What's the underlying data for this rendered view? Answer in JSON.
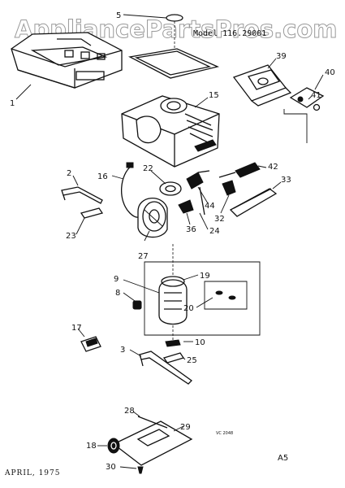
{
  "watermark": "AppliancePartsPros.com",
  "model_label": "Model 116.29001",
  "drawing_code": "VC 2048",
  "date": "APRIL, 1975",
  "page": "A5",
  "parts": {
    "p1": "1",
    "p2": "2",
    "p3": "3",
    "p5": "5",
    "p8": "8",
    "p9": "9",
    "p10": "10",
    "p15": "15",
    "p16": "16",
    "p17": "17",
    "p18": "18",
    "p19": "19",
    "p20": "20",
    "p22": "22",
    "p23": "23",
    "p24": "24",
    "p25": "25",
    "p27": "27",
    "p28": "28",
    "p29": "29",
    "p30": "30",
    "p32": "32",
    "p33": "33",
    "p36": "36",
    "p39": "39",
    "p40": "40",
    "p41": "41",
    "p42": "42",
    "p44": "44"
  }
}
